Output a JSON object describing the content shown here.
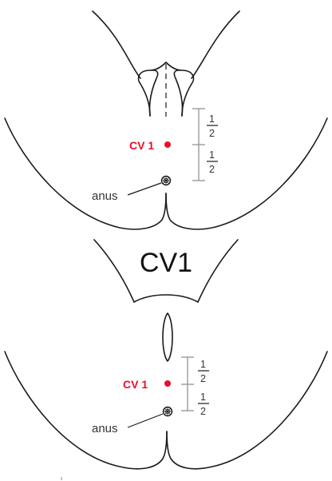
{
  "title": "CV1",
  "point_label": "CV 1",
  "landmark_label": "anus",
  "fraction": {
    "numerator": "1",
    "denominator": "2"
  },
  "colors": {
    "point": "#e8102a",
    "outline": "#1a1a1a",
    "scale": "#9a9a9a"
  },
  "views": [
    {
      "name": "upper-view",
      "point_label": "CV 1",
      "landmark_label": "anus",
      "upper_fraction": {
        "numerator": "1",
        "denominator": "2"
      },
      "lower_fraction": {
        "numerator": "1",
        "denominator": "2"
      }
    },
    {
      "name": "lower-view",
      "point_label": "CV 1",
      "landmark_label": "anus",
      "upper_fraction": {
        "numerator": "1",
        "denominator": "2"
      },
      "lower_fraction": {
        "numerator": "1",
        "denominator": "2"
      }
    }
  ]
}
